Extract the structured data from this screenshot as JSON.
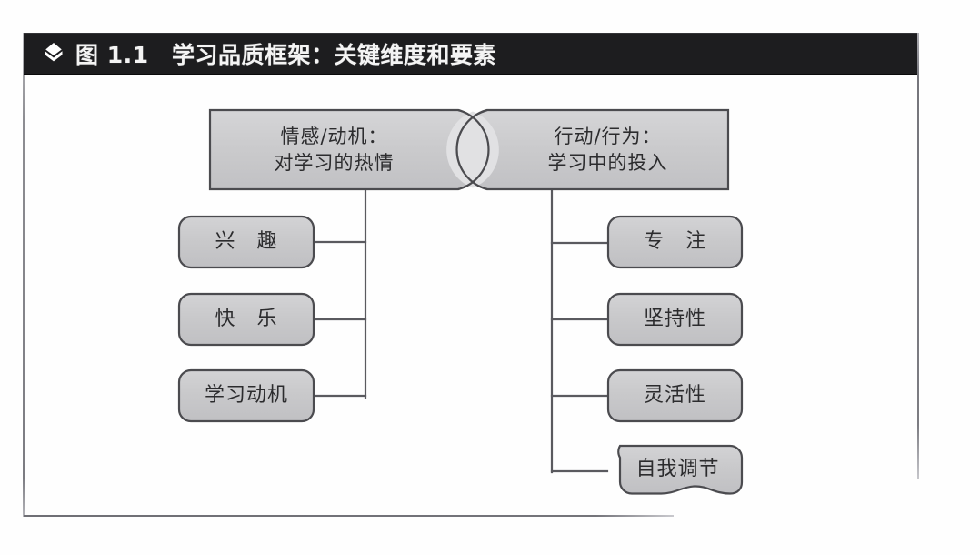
{
  "figure": {
    "bar_icon": "double-chevron-diamond-icon",
    "number": "图 1.1",
    "title": "图 1.1　学习品质框架：关键维度和要素"
  },
  "colors": {
    "bar_background": "#1d1d1f",
    "bar_text": "#f4f4f4",
    "box_fill": "#c9c9cb",
    "box_fill_light": "#dedee0",
    "box_stroke": "#4b4b4f",
    "connector": "#5a5a5f",
    "frame": "#7c7c82",
    "page": "#fefefe"
  },
  "diagram": {
    "type": "hierarchy",
    "top_nodes": [
      {
        "id": "emotion-motivation",
        "lines": [
          "情感/动机：",
          "对学习的热情"
        ]
      },
      {
        "id": "action-behavior",
        "lines": [
          "行动/行为：",
          "学习中的投入"
        ]
      }
    ],
    "left_children": [
      {
        "id": "interest",
        "label": "兴　趣"
      },
      {
        "id": "happiness",
        "label": "快　乐"
      },
      {
        "id": "learning-motivation",
        "label": "学习动机"
      }
    ],
    "right_children": [
      {
        "id": "focus",
        "label": "专　注"
      },
      {
        "id": "persistence",
        "label": "坚持性"
      },
      {
        "id": "flexibility",
        "label": "灵活性"
      },
      {
        "id": "self-regulation",
        "label": "自我调节"
      }
    ]
  }
}
